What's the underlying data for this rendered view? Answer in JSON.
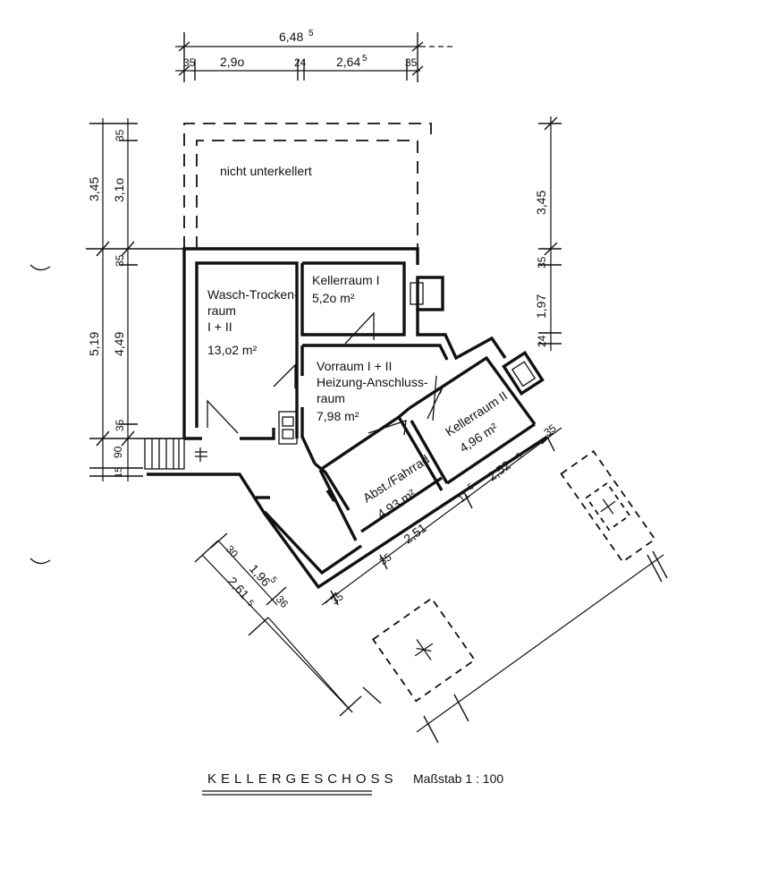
{
  "title": "KELLERGESCHOSS",
  "scale": "Maßstab 1 : 100",
  "rooms": {
    "unexcavated": "nicht unterkellert",
    "laundry_l1": "Wasch-Trocken-",
    "laundry_l2": "raum",
    "laundry_l3": "I + II",
    "laundry_area": "13,o2 m²",
    "cellar1_name": "Kellerraum  I",
    "cellar1_area": "5,2o m²",
    "hall_l1": "Vorraum  I + II",
    "hall_l2": "Heizung-Anschluss-",
    "hall_l3": "raum",
    "hall_area": "7,98 m²",
    "storage_name": "Abst./Fahrrad",
    "storage_area": "4,93 m²",
    "cellar2_name": "Kellerraum II",
    "cellar2_area": "4,96 m²"
  },
  "dimensions": {
    "top_total": "6,48",
    "top_total_sup": "5",
    "top_a": "35",
    "top_b": "2,9o",
    "top_c": "24",
    "top_d": "2,64",
    "top_d_sup": "5",
    "top_e": "35",
    "left_outer_a": "3,45",
    "left_outer_b": "5,19",
    "left_outer_c": "90",
    "left_outer_d": "15",
    "left_inner_a": "35",
    "left_inner_b": "3,1o",
    "left_inner_c": "35",
    "left_inner_d": "4,49",
    "left_inner_e": "35",
    "right_a": "3,45",
    "right_b": "35",
    "right_c": "1,97",
    "right_d": "24",
    "diag_bottom_a": "35",
    "diag_bottom_b": "35",
    "diag_bottom_c": "2,51",
    "diag_bottom_d": "11",
    "diag_bottom_d_sup": "5",
    "diag_bottom_e": "2,52",
    "diag_bottom_e_sup": "5",
    "diag_bottom_f": "35",
    "diag_left_a": "30",
    "diag_left_b": "1,96",
    "diag_left_b_sup": "5",
    "diag_left_c": "2,61",
    "diag_left_c_sup": "5",
    "diag_left_d": "36"
  }
}
